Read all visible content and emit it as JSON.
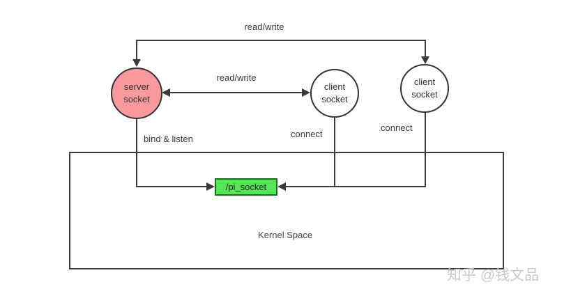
{
  "diagram": {
    "nodes": {
      "server_socket": {
        "label": "server\nsocket",
        "fill": "#f89a9e"
      },
      "client_socket_1": {
        "label": "client\nsocket",
        "fill": "#ffffff"
      },
      "client_socket_2": {
        "label": "client\nsocket",
        "fill": "#ffffff"
      },
      "pi_socket": {
        "label": "/pi_socket",
        "fill": "#55e656"
      }
    },
    "edge_labels": {
      "read_write_top": "read/write",
      "read_write_mid": "read/write",
      "bind_listen": "bind & listen",
      "connect_1": "connect",
      "connect_2": "connect"
    },
    "regions": {
      "kernel_space": "Kernel Space"
    },
    "watermark": "知乎 @钱文品",
    "colors": {
      "line": "#3a3a3a",
      "server_fill": "#f89a9e",
      "client_fill": "#ffffff",
      "pi_socket_fill": "#55e656",
      "pi_socket_border": "#1c6e1c",
      "watermark": "#c9c9c9"
    }
  }
}
